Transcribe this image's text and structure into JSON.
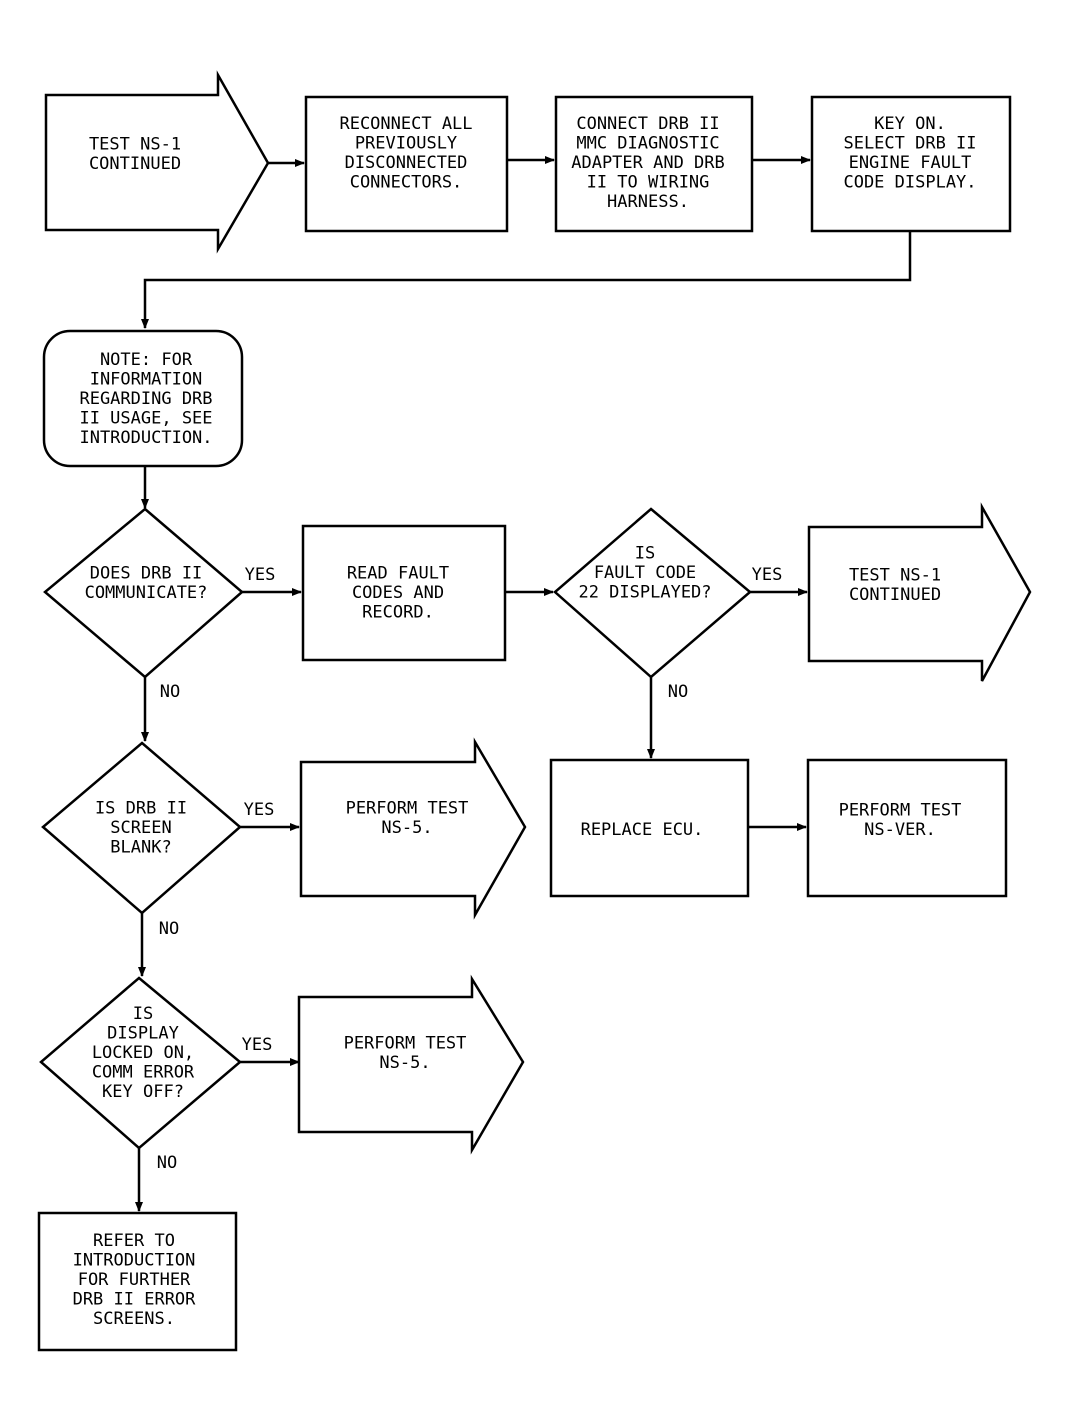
{
  "nodes": {
    "start": [
      "TEST NS-1",
      "CONTINUED"
    ],
    "reconnect": [
      "RECONNECT ALL",
      "PREVIOUSLY",
      "DISCONNECTED",
      "CONNECTORS."
    ],
    "connect_drb": [
      "CONNECT DRB II",
      "MMC DIAGNOSTIC",
      "ADAPTER AND DRB",
      "II TO WIRING",
      "HARNESS."
    ],
    "key_on": [
      "KEY ON.",
      "SELECT DRB II",
      "ENGINE FAULT",
      "CODE DISPLAY."
    ],
    "note": [
      "NOTE: FOR",
      "INFORMATION",
      "REGARDING DRB",
      "II USAGE, SEE",
      "INTRODUCTION."
    ],
    "q_communicate": [
      "DOES DRB II",
      "COMMUNICATE?"
    ],
    "read_codes": [
      "READ FAULT",
      "CODES AND",
      "RECORD."
    ],
    "q_fault22": [
      "IS",
      "FAULT CODE",
      "22 DISPLAYED?"
    ],
    "end_ns1": [
      "TEST NS-1",
      "CONTINUED"
    ],
    "q_blank": [
      "IS DRB II",
      "SCREEN",
      "BLANK?"
    ],
    "perform_ns5_a": [
      "PERFORM TEST",
      "NS-5."
    ],
    "replace_ecu": [
      "REPLACE ECU."
    ],
    "perform_nsver": [
      "PERFORM TEST",
      "NS-VER."
    ],
    "q_locked": [
      "IS",
      "DISPLAY",
      "LOCKED ON,",
      "COMM ERROR",
      "KEY OFF?"
    ],
    "perform_ns5_b": [
      "PERFORM TEST",
      "NS-5."
    ],
    "refer_intro": [
      "REFER TO",
      "INTRODUCTION",
      "FOR FURTHER",
      "DRB II ERROR",
      "SCREENS."
    ]
  },
  "edges": {
    "yes_communicate": "YES",
    "no_communicate": "NO",
    "yes_fault22": "YES",
    "no_fault22": "NO",
    "yes_blank": "YES",
    "no_blank": "NO",
    "yes_locked": "YES",
    "no_locked": "NO"
  }
}
